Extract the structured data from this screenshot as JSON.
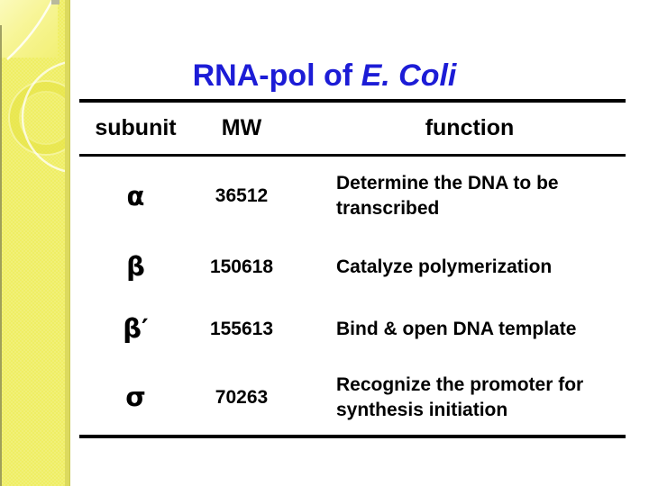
{
  "slide": {
    "title": {
      "prefix": "RNA-pol of ",
      "italic": "E. Coli"
    }
  },
  "table": {
    "headers": [
      "subunit",
      "MW",
      "function"
    ],
    "rows": [
      {
        "sub": "α",
        "mw": "36512",
        "fn": "Determine the DNA to be transcribed"
      },
      {
        "sub": "β",
        "mw": "150618",
        "fn": "Catalyze polymerization"
      },
      {
        "sub": "β′",
        "mw": "155613",
        "fn": "Bind & open DNA template"
      },
      {
        "sub": "σ",
        "mw": "70263",
        "fn": "Recognize the promoter for synthesis initiation"
      }
    ]
  },
  "colors": {
    "title_blue": "#1c1cd6",
    "sidebar_yellow": "#efee64",
    "table_line": "#000000"
  }
}
